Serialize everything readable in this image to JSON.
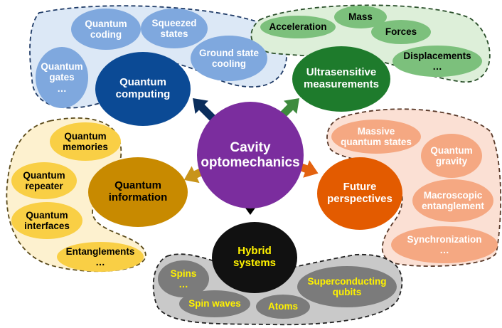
{
  "colors": {
    "center": "#7B2D9E",
    "quantum_computing": "#0B4A95",
    "ultrasensitive": "#1E7B2C",
    "quantum_information": "#C88A00",
    "future": "#E35B00",
    "hybrid": "#111111",
    "blue_bubble": "#7FA8DE",
    "green_bubble": "#7CC07C",
    "yellow_bubble": "#F9CF45",
    "orange_bubble": "#F5A882",
    "gray_bubble": "#7B7B7B"
  },
  "center": {
    "lines": [
      "Cavity",
      "optomechanics"
    ]
  },
  "hubs": {
    "quantum_computing": {
      "lines": [
        "Quantum",
        "computing"
      ]
    },
    "ultrasensitive": {
      "lines": [
        "Ultrasensitive",
        "measurements"
      ]
    },
    "quantum_information": {
      "lines": [
        "Quantum",
        "information"
      ]
    },
    "future": {
      "lines": [
        "Future",
        "perspectives"
      ]
    },
    "hybrid": {
      "lines": [
        "Hybrid",
        "systems"
      ]
    }
  },
  "satellites": {
    "quantum_coding": {
      "lines": [
        "Quantum",
        "coding"
      ]
    },
    "squeezed_states": {
      "lines": [
        "Squeezed",
        "states"
      ]
    },
    "ground_state": {
      "lines": [
        "Ground state",
        "cooling"
      ]
    },
    "quantum_gates": {
      "lines": [
        "Quantum",
        "gates",
        "…"
      ]
    },
    "acceleration": {
      "lines": [
        "Acceleration"
      ]
    },
    "mass": {
      "lines": [
        "Mass"
      ]
    },
    "forces": {
      "lines": [
        "Forces"
      ]
    },
    "displacements": {
      "lines": [
        "Displacements",
        "…"
      ]
    },
    "memories": {
      "lines": [
        "Quantum",
        "memories"
      ]
    },
    "repeater": {
      "lines": [
        "Quantum",
        "repeater"
      ]
    },
    "interfaces": {
      "lines": [
        "Quantum",
        "interfaces"
      ]
    },
    "entanglements": {
      "lines": [
        "Entanglements",
        "…"
      ]
    },
    "massive": {
      "lines": [
        "Massive",
        "quantum states"
      ]
    },
    "gravity": {
      "lines": [
        "Quantum",
        "gravity"
      ]
    },
    "macroscopic": {
      "lines": [
        "Macroscopic",
        "entanglement"
      ]
    },
    "synchronization": {
      "lines": [
        "Synchronization",
        "…"
      ]
    },
    "spins": {
      "lines": [
        "Spins",
        "…"
      ]
    },
    "spin_waves": {
      "lines": [
        "Spin waves"
      ]
    },
    "atoms": {
      "lines": [
        "Atoms"
      ]
    },
    "superconducting": {
      "lines": [
        "Superconducting",
        "qubits"
      ]
    }
  }
}
